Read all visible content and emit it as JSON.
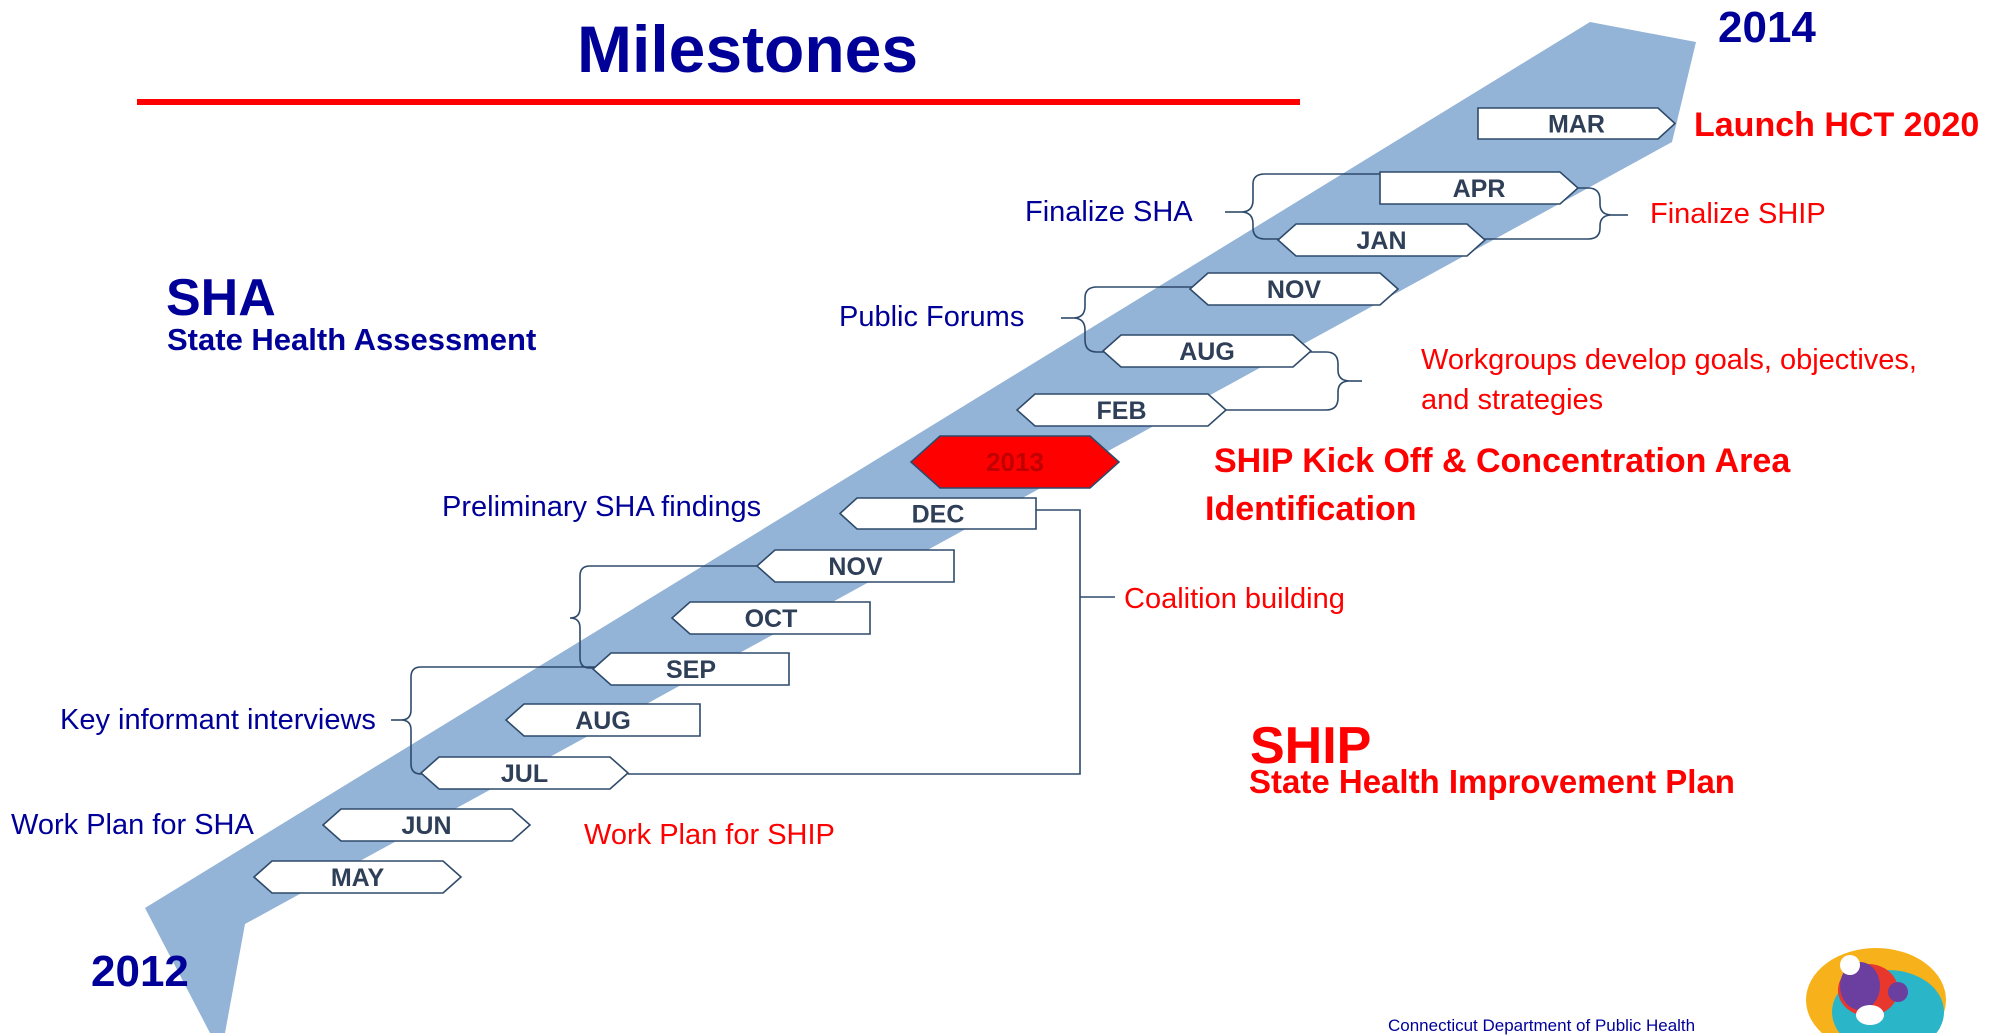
{
  "title": "Milestones",
  "year_end": "2014",
  "year_start": "2012",
  "sha": {
    "acronym": "SHA",
    "full": "State Health Assessment"
  },
  "ship": {
    "acronym": "SHIP",
    "full": "State Health Improvement Plan"
  },
  "milestones": [
    {
      "id": "mar14",
      "label": "MAR",
      "dir": "right",
      "highlight": false
    },
    {
      "id": "apr13",
      "label": "APR",
      "dir": "right",
      "highlight": false
    },
    {
      "id": "jan13",
      "label": "JAN",
      "dir": "both",
      "highlight": false
    },
    {
      "id": "nov13",
      "label": "NOV",
      "dir": "both",
      "highlight": false
    },
    {
      "id": "aug13",
      "label": "AUG",
      "dir": "both",
      "highlight": false
    },
    {
      "id": "feb13",
      "label": "FEB",
      "dir": "both",
      "highlight": false
    },
    {
      "id": "y2013",
      "label": "2013",
      "dir": "both",
      "highlight": true
    },
    {
      "id": "dec12",
      "label": "DEC",
      "dir": "left",
      "highlight": false
    },
    {
      "id": "nov12",
      "label": "NOV",
      "dir": "left",
      "highlight": false
    },
    {
      "id": "oct12",
      "label": "OCT",
      "dir": "left",
      "highlight": false
    },
    {
      "id": "sep12",
      "label": "SEP",
      "dir": "left",
      "highlight": false
    },
    {
      "id": "aug12",
      "label": "AUG",
      "dir": "left",
      "highlight": false
    },
    {
      "id": "jul12",
      "label": "JUL",
      "dir": "both",
      "highlight": false
    },
    {
      "id": "jun12",
      "label": "JUN",
      "dir": "both",
      "highlight": false
    },
    {
      "id": "may12",
      "label": "MAY",
      "dir": "both",
      "highlight": false
    }
  ],
  "annotations": {
    "launch": "Launch HCT 2020",
    "finalize_sha": "Finalize SHA",
    "finalize_ship": "Finalize SHIP",
    "public_forums": "Public Forums",
    "workgroups_line1": "Workgroups develop goals, objectives,",
    "workgroups_line2": "and strategies",
    "kickoff_line1": "SHIP Kick Off & Concentration Area",
    "kickoff_line2": "Identification",
    "preliminary": "Preliminary SHA findings",
    "coalition": "Coalition building",
    "key_informant": "Key informant interviews",
    "work_plan_sha": "Work Plan for SHA",
    "work_plan_ship": "Work Plan for SHIP"
  },
  "footer": "Connecticut Department of Public Health",
  "colors": {
    "navy": "#000099",
    "red": "#ff0000",
    "arrow": "#93b3d7",
    "tag_fill": "#ffffff",
    "tag_stroke": "#2e4a6b",
    "highlight_fill": "#ff0000",
    "highlight_text": "#c00000"
  }
}
